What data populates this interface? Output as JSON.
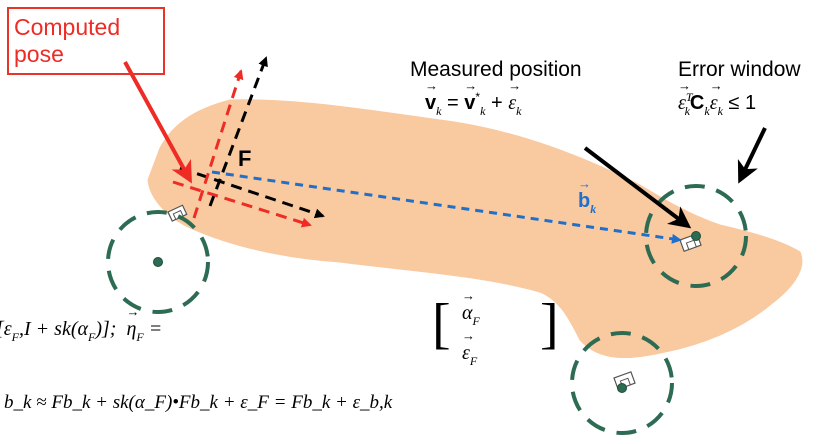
{
  "callout": {
    "line1": "Computed",
    "line2": "pose"
  },
  "labels": {
    "measured_position": "Measured position",
    "error_window": "Error window",
    "frame": "F",
    "b_vector": "b",
    "b_vector_sub": "k"
  },
  "equations": {
    "measured": {
      "lhs": "v",
      "sub": "k",
      "rhs1": "v",
      "rhs1_sub": "k",
      "rhs1_sup": "*",
      "rhs2": "ε",
      "rhs2_sub": "k"
    },
    "error_window": {
      "eps": "ε",
      "sup": "T",
      "sub": "k",
      "C": "C",
      "le": "≤ 1"
    },
    "pose_prefix": "[ε",
    "pose_prefix_sub": "F",
    "pose_mid": ",I + sk(α",
    "pose_mid_sub": "F",
    "pose_end": ")];",
    "eta": "η",
    "eta_sub": "F",
    "matrix_top": "α",
    "matrix_top_sub": "F",
    "matrix_bottom": "ε",
    "matrix_bottom_sub": "F",
    "bottom_equation": "b_k ≈ Fb_k + sk(α_F)•Fb_k + ε_F = Fb_k + ε_b,k"
  },
  "colors": {
    "bone": "#f9c9a0",
    "red": "#ee2b24",
    "blue": "#1f6fcc",
    "green": "#2d6b52",
    "black": "#000000"
  }
}
